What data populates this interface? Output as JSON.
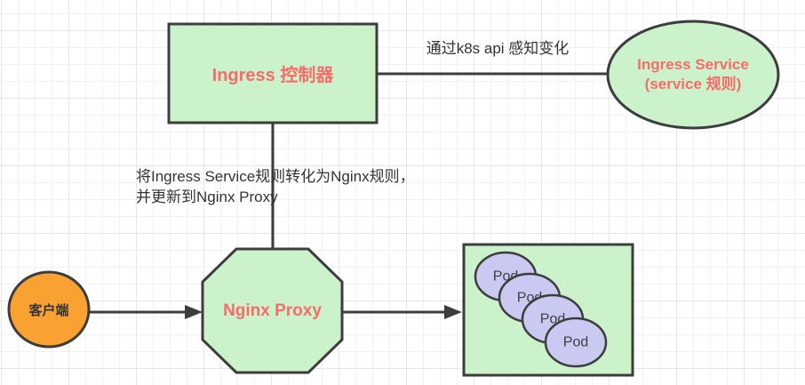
{
  "colors": {
    "node_fill": "#ccf2cc",
    "node_border": "#3d3d3d",
    "accent_text": "#f86b6b",
    "client_fill": "#f9a231",
    "pod_fill": "#c9c9f1",
    "label_text": "#333333"
  },
  "nodes": {
    "ingress_controller": {
      "label": "Ingress 控制器"
    },
    "ingress_service": {
      "lines": [
        "Ingress Service",
        "(service 规则)"
      ]
    },
    "nginx_proxy": {
      "label": "Nginx Proxy"
    },
    "client": {
      "label": "客户端"
    },
    "pod_group": {
      "pods": [
        "Pod",
        "Pod",
        "Pod",
        "Pod"
      ]
    }
  },
  "edges": {
    "controller_to_service_label": "通过k8s api 感知变化",
    "controller_to_proxy_lines": [
      "将Ingress Service规则转化为Nginx规则，",
      "并更新到Nginx Proxy"
    ]
  }
}
